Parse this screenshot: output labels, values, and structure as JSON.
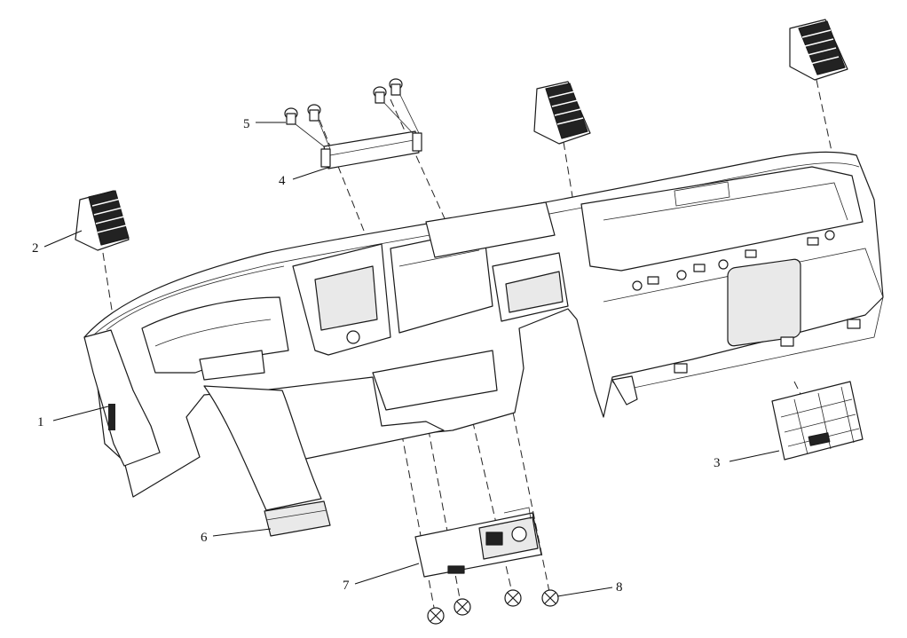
{
  "callouts": [
    {
      "id": "1",
      "label": "1"
    },
    {
      "id": "2",
      "label": "2"
    },
    {
      "id": "3",
      "label": "3"
    },
    {
      "id": "4",
      "label": "4"
    },
    {
      "id": "5",
      "label": "5"
    },
    {
      "id": "6",
      "label": "6"
    },
    {
      "id": "7",
      "label": "7"
    },
    {
      "id": "8",
      "label": "8"
    }
  ],
  "parts": {
    "dashboard": "instrument-panel",
    "vents": [
      "air-vent-left",
      "air-vent-center",
      "air-vent-right"
    ],
    "bracket": "mounting-bracket",
    "bolts": "fasteners",
    "duct": "air-duct",
    "glovebox_door": "glove-box-door",
    "lower_panel": "lower-storage-panel",
    "screws": "phillips-screws"
  }
}
